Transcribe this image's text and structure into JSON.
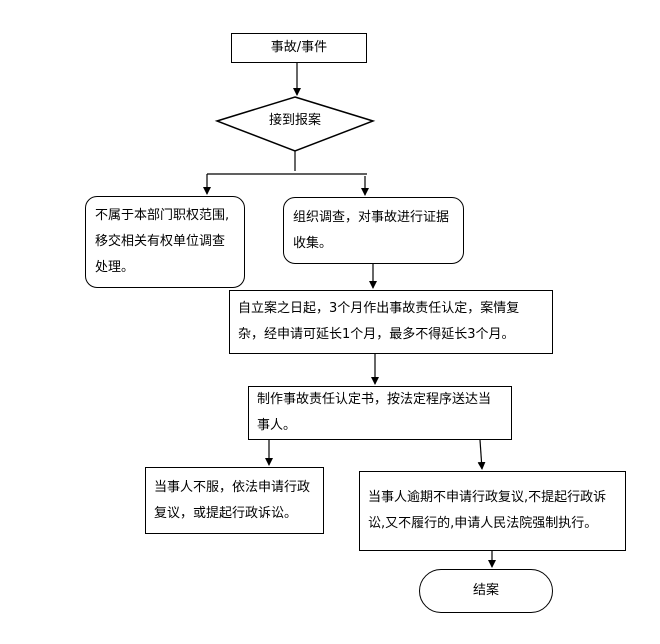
{
  "flowchart": {
    "nodes": {
      "event": "事故/事件",
      "report": "接到报案",
      "decline": "不属于本部门职权范围,移交相关有权单位调查处理。",
      "investigate": "组织调查，对事故进行证据收集。",
      "determine": "自立案之日起，3个月作出事故责任认定，案情复杂，经申请可延长1个月，最多不得延长3个月。",
      "notify": "制作事故责任认定书，按法定程序送达当事人。",
      "appeal": "当事人不服，依法申请行政复议，或提起行政诉讼。",
      "enforce": "当事人逾期不申请行政复议,不提起行政诉讼,又不履行的,申请人民法院强制执行。",
      "close": "结案"
    }
  }
}
